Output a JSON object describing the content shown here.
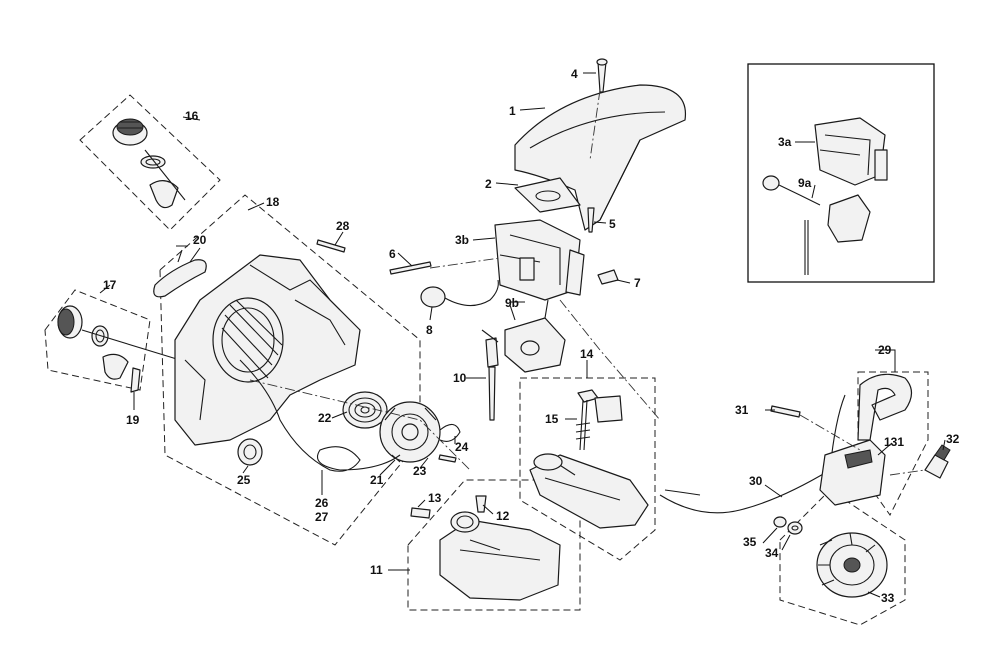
{
  "labels": {
    "l1": "1",
    "l2": "2",
    "l3a": "3a",
    "l3b": "3b",
    "l4": "4",
    "l5": "5",
    "l6": "6",
    "l7": "7",
    "l8": "8",
    "l9a": "9a",
    "l9b": "9b",
    "l10": "10",
    "l11": "11",
    "l12": "12",
    "l13": "13",
    "l14": "14",
    "l15": "15",
    "l16": "16",
    "l17": "17",
    "l18": "18",
    "l19": "19",
    "l20": "20",
    "l21": "21",
    "l22": "22",
    "l23": "23",
    "l24": "24",
    "l25": "25",
    "l26": "26",
    "l27": "27",
    "l28": "28",
    "l29": "29",
    "l30": "30",
    "l31": "31",
    "l32": "32",
    "l33": "33",
    "l34": "34",
    "l35": "35",
    "l131": "131"
  }
}
